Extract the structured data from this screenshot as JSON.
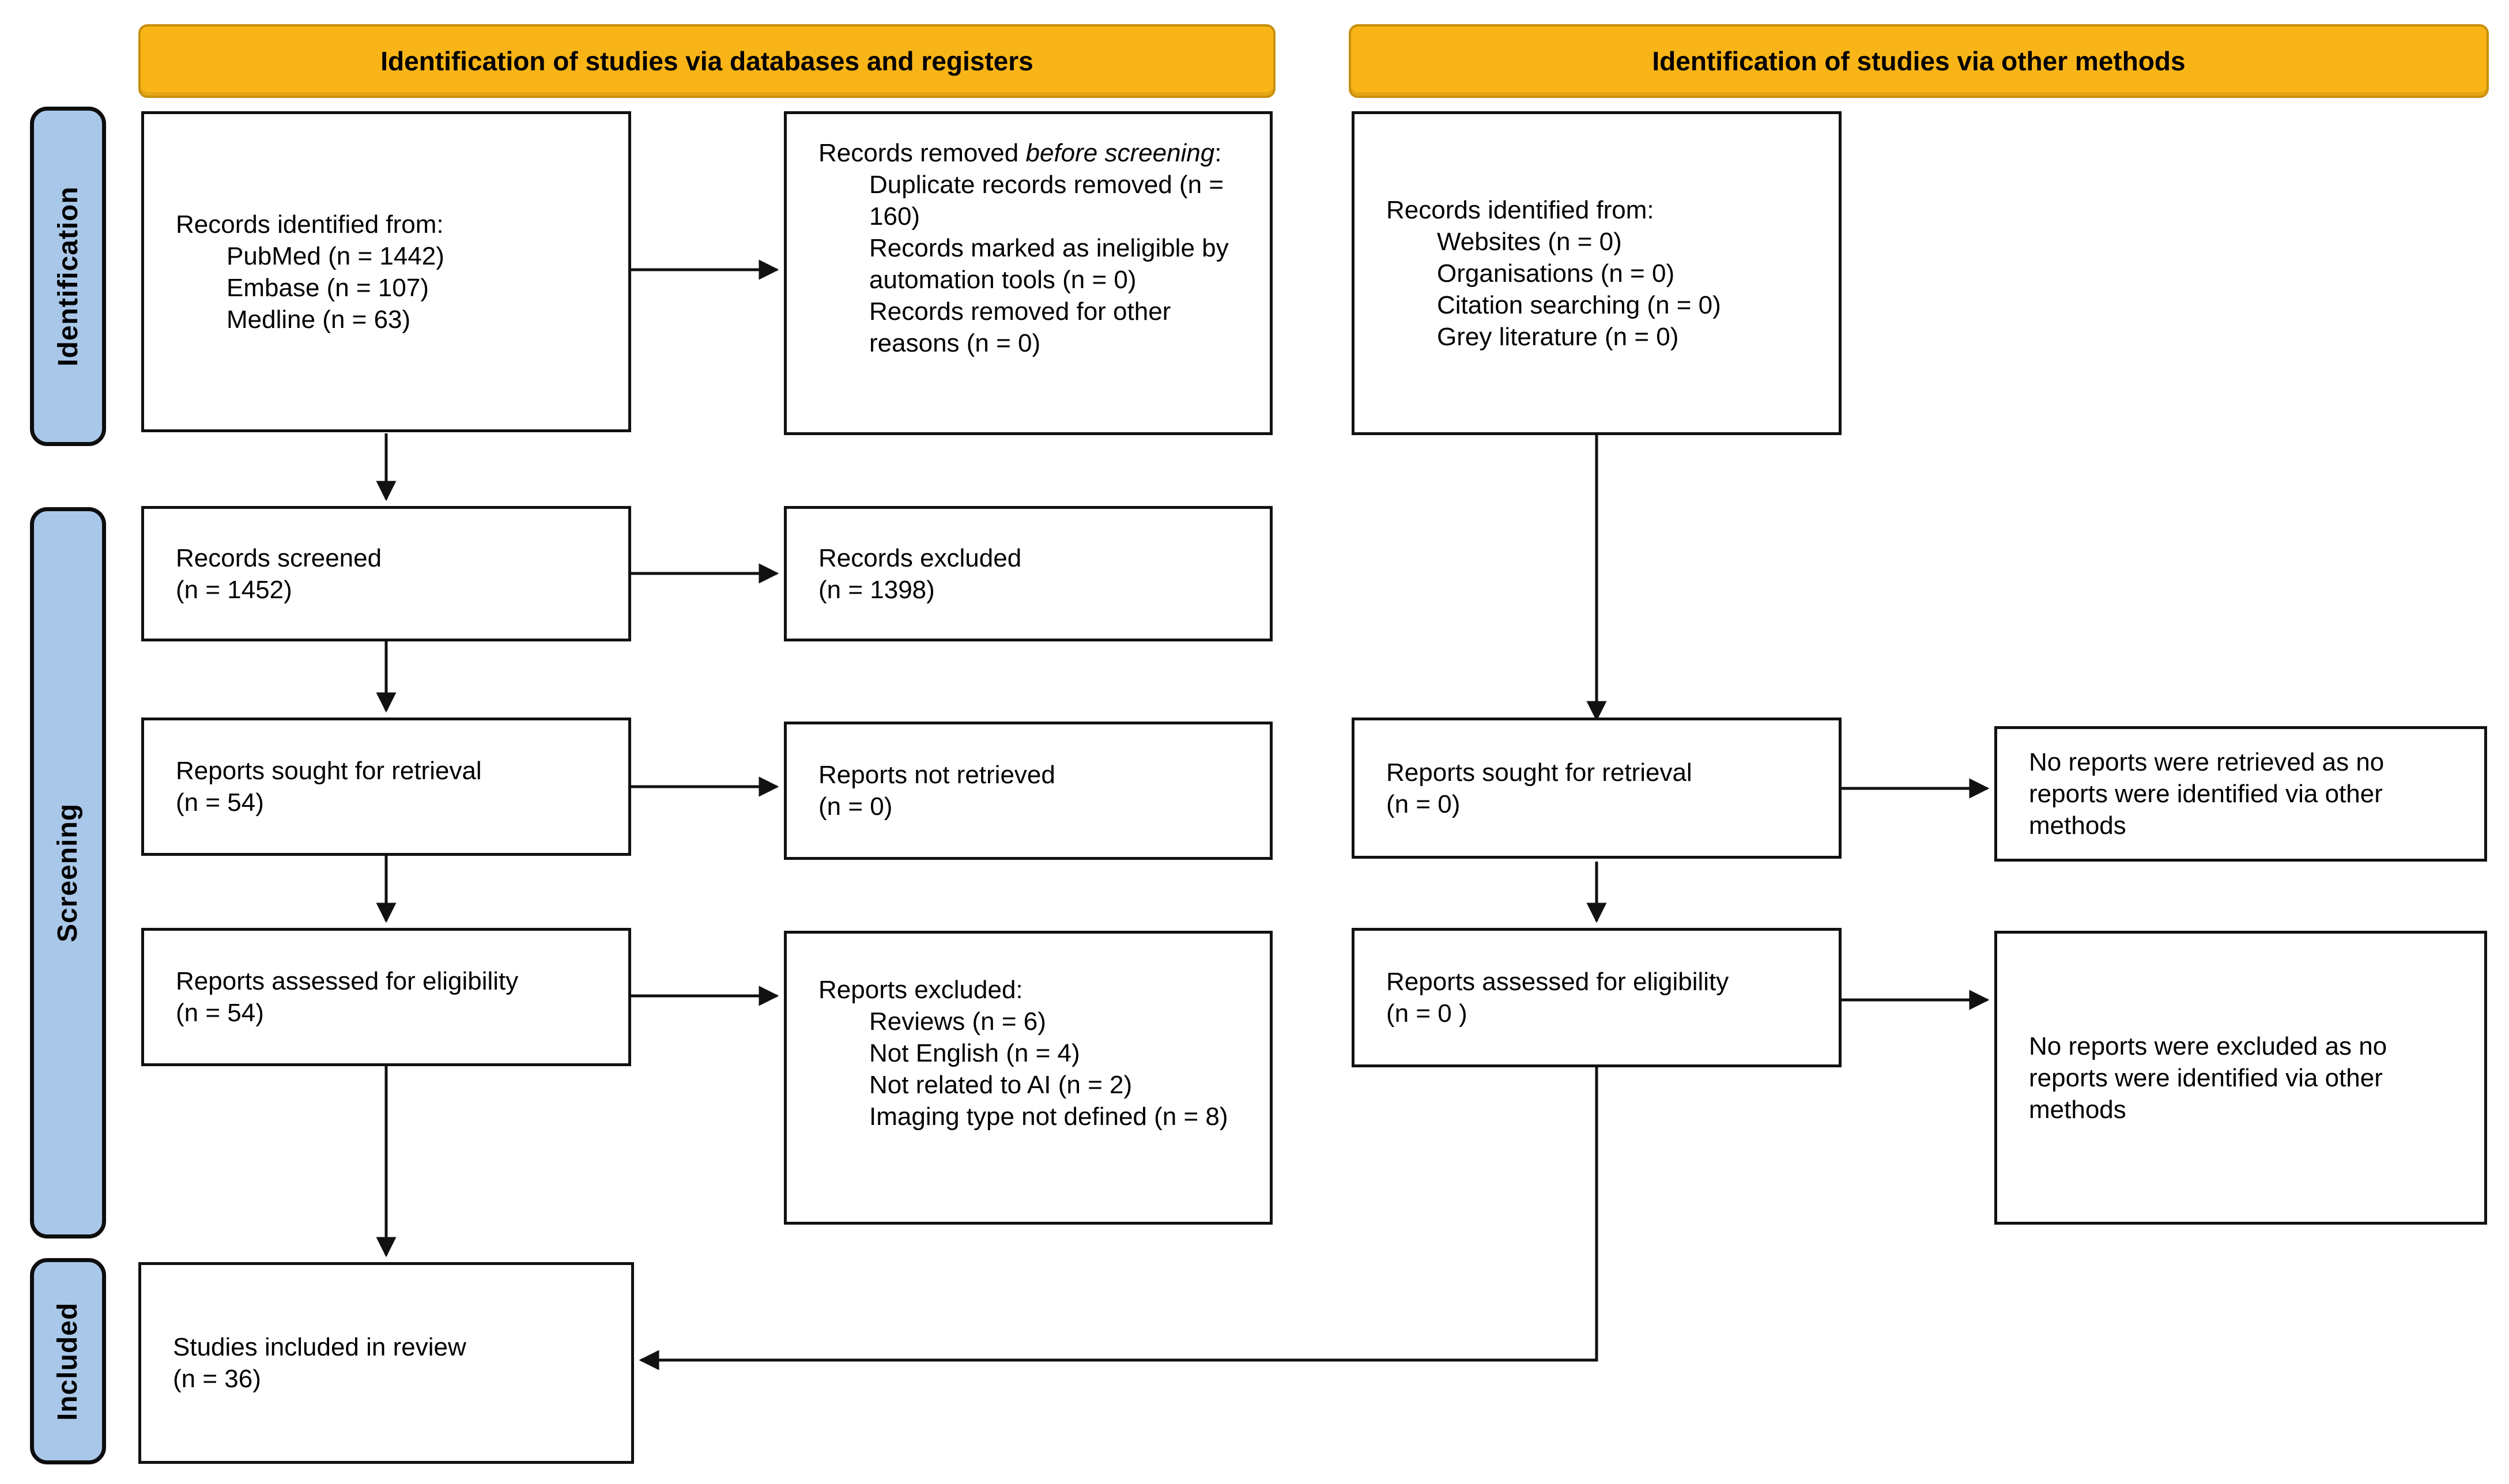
{
  "headers": {
    "databases": "Identification of studies via databases and registers",
    "other": "Identification of studies via other methods"
  },
  "sidebar": {
    "identification": "Identification",
    "screening": "Screening",
    "included": "Included"
  },
  "colors": {
    "header_bg": "#F9B517",
    "header_border": "#C8900E",
    "ribbon_bg": "#A9C7E8",
    "box_border": "#111111",
    "arrow": "#111111"
  },
  "boxes": {
    "records_identified_db": {
      "title": "Records identified from:",
      "items": [
        "PubMed (n = 1442)",
        "Embase (n = 107)",
        "Medline (n = 63)"
      ]
    },
    "records_removed": {
      "title_prefix": "Records removed ",
      "title_italic": "before screening",
      "title_suffix": ":",
      "items": [
        "Duplicate records removed (n = 160)",
        "Records marked as ineligible by automation tools (n = 0)",
        "Records removed for other reasons (n = 0)"
      ]
    },
    "records_identified_other": {
      "title": "Records identified from:",
      "items": [
        "Websites (n = 0)",
        "Organisations (n = 0)",
        "Citation searching (n = 0)",
        "Grey literature (n = 0)"
      ]
    },
    "records_screened": {
      "line1": "Records screened",
      "line2": "(n = 1452)"
    },
    "records_excluded": {
      "line1": "Records excluded",
      "line2": "(n = 1398)"
    },
    "reports_sought_db": {
      "line1": "Reports sought for retrieval",
      "line2": "(n = 54)"
    },
    "reports_not_retrieved": {
      "line1": "Reports not retrieved",
      "line2": "(n = 0)"
    },
    "reports_sought_other": {
      "line1": "Reports sought for retrieval",
      "line2": "(n = 0)"
    },
    "no_reports_retrieved": {
      "text": "No reports were retrieved as no reports were identified via other methods"
    },
    "reports_assessed_db": {
      "line1": "Reports assessed for eligibility",
      "line2": "(n = 54)"
    },
    "reports_excluded": {
      "title": "Reports excluded:",
      "items": [
        "Reviews (n = 6)",
        "Not English (n = 4)",
        "Not related to AI (n = 2)",
        "Imaging type not defined (n = 8)"
      ]
    },
    "reports_assessed_other": {
      "line1": "Reports assessed for eligibility",
      "line2": "(n = 0 )"
    },
    "no_reports_excluded": {
      "text": "No reports were excluded as no reports were identified via other methods"
    },
    "studies_included": {
      "line1": "Studies included in review",
      "line2": "(n = 36)"
    }
  }
}
